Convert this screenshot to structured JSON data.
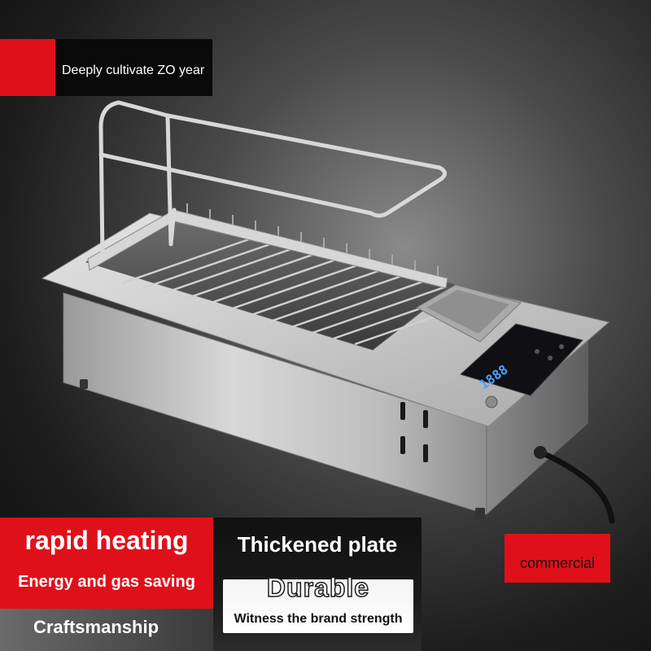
{
  "banner": {
    "tagline": "Deeply cultivate ZO year"
  },
  "features": {
    "rapid_title": "rapid heating",
    "rapid_sub": "Energy and gas saving",
    "craft": "Craftsmanship",
    "thick": "Thickened plate",
    "durable": "Durable",
    "witness": "Witness the brand strength",
    "commercial": "commercial"
  },
  "display": {
    "readout": "1888"
  },
  "colors": {
    "accent": "#e0101a",
    "panel_dark": "#0a0a0a",
    "steel": "#c8c8c8"
  }
}
